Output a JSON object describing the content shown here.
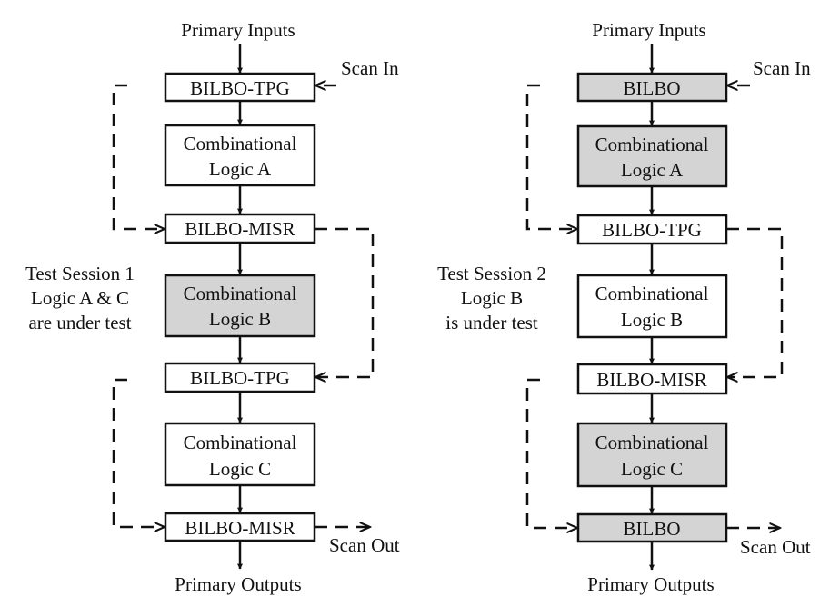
{
  "colors": {
    "plain": "#ffffff",
    "shaded": "#d4d4d4",
    "ink": "#111111"
  },
  "left": {
    "primary_inputs": "Primary Inputs",
    "scan_in": "Scan In",
    "scan_out": "Scan Out",
    "primary_outputs": "Primary Outputs",
    "session_label": [
      "Test Session 1",
      "Logic A & C",
      "are under test"
    ],
    "blocks": [
      {
        "lines": [
          "BILBO-TPG"
        ],
        "shaded": false
      },
      {
        "lines": [
          "Combinational",
          "Logic A"
        ],
        "shaded": false
      },
      {
        "lines": [
          "BILBO-MISR"
        ],
        "shaded": false
      },
      {
        "lines": [
          "Combinational",
          "Logic B"
        ],
        "shaded": true
      },
      {
        "lines": [
          "BILBO-TPG"
        ],
        "shaded": false
      },
      {
        "lines": [
          "Combinational",
          "Logic C"
        ],
        "shaded": false
      },
      {
        "lines": [
          "BILBO-MISR"
        ],
        "shaded": false
      }
    ]
  },
  "right": {
    "primary_inputs": "Primary Inputs",
    "scan_in": "Scan In",
    "scan_out": "Scan Out",
    "primary_outputs": "Primary Outputs",
    "session_label": [
      "Test Session 2",
      "Logic B",
      "is under test"
    ],
    "blocks": [
      {
        "lines": [
          "BILBO"
        ],
        "shaded": true
      },
      {
        "lines": [
          "Combinational",
          "Logic A"
        ],
        "shaded": true
      },
      {
        "lines": [
          "BILBO-TPG"
        ],
        "shaded": false
      },
      {
        "lines": [
          "Combinational",
          "Logic B"
        ],
        "shaded": false
      },
      {
        "lines": [
          "BILBO-MISR"
        ],
        "shaded": false
      },
      {
        "lines": [
          "Combinational",
          "Logic C"
        ],
        "shaded": true
      },
      {
        "lines": [
          "BILBO"
        ],
        "shaded": true
      }
    ]
  }
}
